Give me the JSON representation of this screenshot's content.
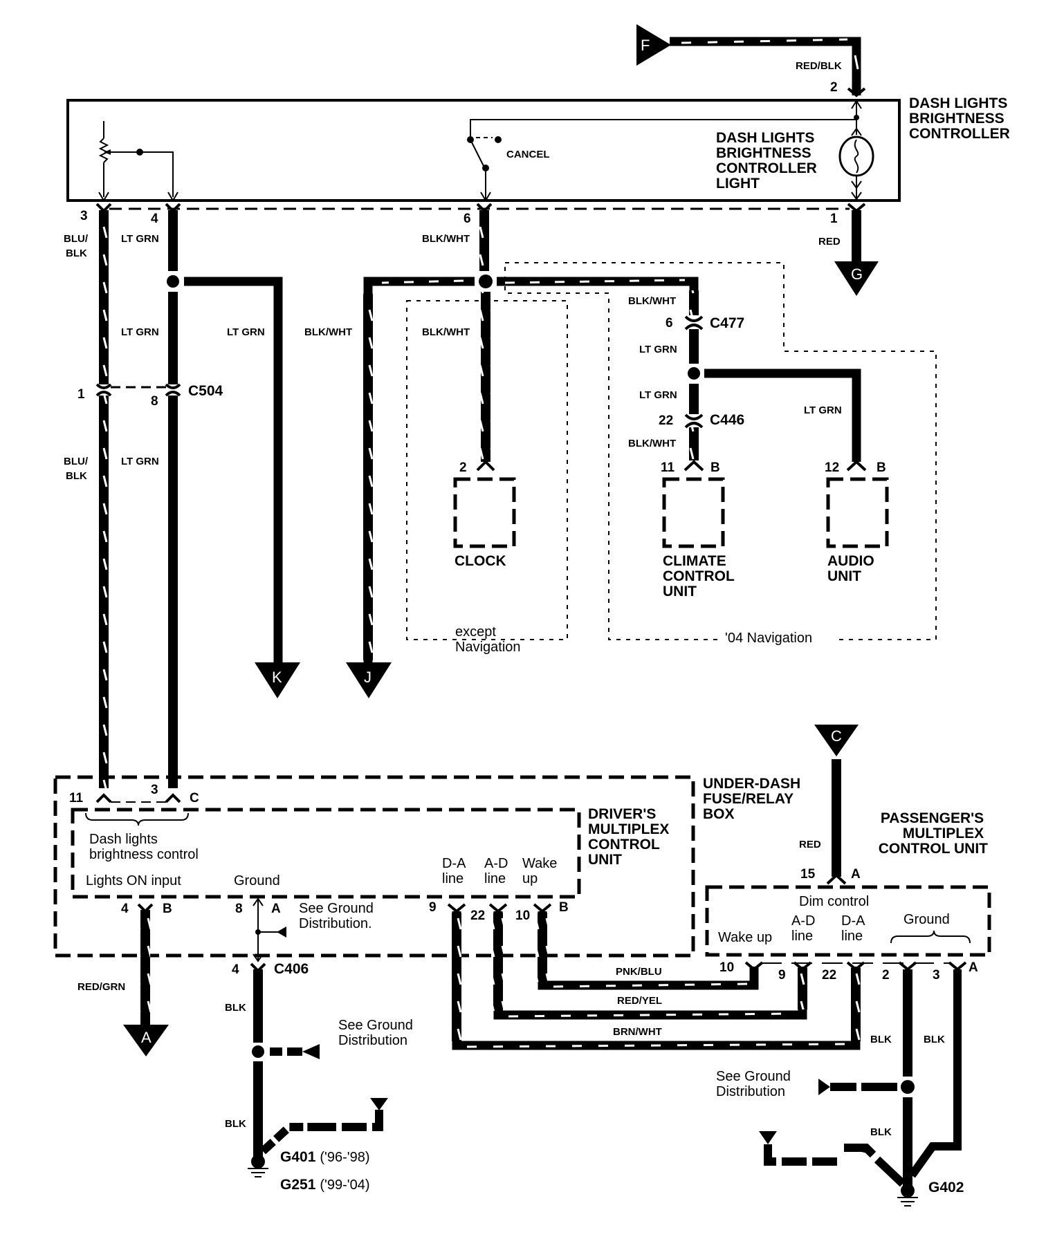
{
  "colors": {
    "ink": "#000000",
    "paper": "#ffffff",
    "stripe": "#ffffff"
  },
  "connector_refs": {
    "F": "F",
    "G": "G",
    "K": "K",
    "J": "J",
    "A": "A",
    "C": "C"
  },
  "controller": {
    "title_lines": [
      "DASH LIGHTS",
      "BRIGHTNESS",
      "CONTROLLER"
    ],
    "light_lines": [
      "DASH LIGHTS",
      "BRIGHTNESS",
      "CONTROLLER",
      "LIGHT"
    ],
    "cancel_label": "CANCEL",
    "pins": {
      "p1": "1",
      "p2": "2",
      "p3": "3",
      "p4": "4",
      "p6": "6"
    }
  },
  "wires": {
    "red_blk": "RED/BLK",
    "red_g": "RED",
    "blu_blk_top": [
      "BLU/",
      "BLK"
    ],
    "lt_grn_top": "LT GRN",
    "blk_wht_top": "BLK/WHT",
    "lt_grn_mid": "LT GRN",
    "lt_grn_k": "LT GRN",
    "blk_wht_j": "BLK/WHT",
    "blk_wht_clock": "BLK/WHT",
    "blu_blk_low": [
      "BLU/",
      "BLK"
    ],
    "lt_grn_low": "LT GRN",
    "c477_in": "BLK/WHT",
    "c477_out": "LT GRN",
    "c446_in": "LT GRN",
    "c446_out": "BLK/WHT",
    "audio_wire": "LT GRN",
    "red_grn": "RED/GRN",
    "blk_c406": "BLK",
    "blk_g401": "BLK",
    "red_c": "RED",
    "pnk_blu": "PNK/BLU",
    "red_yel": "RED/YEL",
    "brn_wht": "BRN/WHT",
    "blk_p2": "BLK",
    "blk_p3": "BLK",
    "blk_g402": "BLK"
  },
  "connectors": {
    "c504": {
      "name": "C504",
      "pin_left": "1",
      "pin_right": "8"
    },
    "c477": {
      "name": "C477",
      "pin": "6"
    },
    "c446": {
      "name": "C446",
      "pin": "22"
    },
    "c406": {
      "name": "C406",
      "pin": "4"
    }
  },
  "clock": {
    "label": "CLOCK",
    "pin": "2",
    "region_label": [
      "except",
      "Navigation"
    ]
  },
  "climate": {
    "label": [
      "CLIMATE",
      "CONTROL",
      "UNIT"
    ],
    "pin": "11",
    "conn": "B"
  },
  "audio": {
    "label": [
      "AUDIO",
      "UNIT"
    ],
    "pin": "12",
    "conn": "B"
  },
  "nav_region_label": "'04 Navigation",
  "under_dash": {
    "title": [
      "UNDER-DASH",
      "FUSE/RELAY",
      "BOX"
    ],
    "pins_top": {
      "p11": "11",
      "p3": "3",
      "c": "C"
    }
  },
  "drivers_mcu": {
    "title": [
      "DRIVER'S",
      "MULTIPLEX",
      "CONTROL",
      "UNIT"
    ],
    "dash_ctrl": [
      "Dash lights",
      "brightness control"
    ],
    "lights_on": "Lights ON input",
    "ground": "Ground",
    "da_line": [
      "D-A",
      "line"
    ],
    "ad_line": [
      "A-D",
      "line"
    ],
    "wake_up": [
      "Wake",
      "up"
    ],
    "pins_bottom": {
      "p4": "4",
      "b1": "B",
      "p8": "8",
      "a1": "A",
      "p9": "9",
      "p22": "22",
      "p10": "10",
      "b2": "B"
    },
    "see_ground": [
      "See Ground",
      "Distribution."
    ]
  },
  "passengers_mcu": {
    "title": [
      "PASSENGER'S",
      "MULTIPLEX",
      "CONTROL UNIT"
    ],
    "dim_control": "Dim control",
    "wake_up": "Wake up",
    "ad_line": [
      "A-D",
      "line"
    ],
    "da_line": [
      "D-A",
      "line"
    ],
    "ground": "Ground",
    "pin_top": "15",
    "conn_top": "A",
    "pins_bottom": {
      "p10": "10",
      "p9": "9",
      "p22": "22",
      "p2": "2",
      "p3": "3",
      "a": "A"
    }
  },
  "grounds": {
    "see_ground_mid": [
      "See Ground",
      "Distribution"
    ],
    "see_ground_right": [
      "See Ground",
      "Distribution"
    ],
    "g401": "G401",
    "g401_years": "('96-'98)",
    "g251": "G251",
    "g251_years": "('99-'04)",
    "g402": "G402"
  }
}
